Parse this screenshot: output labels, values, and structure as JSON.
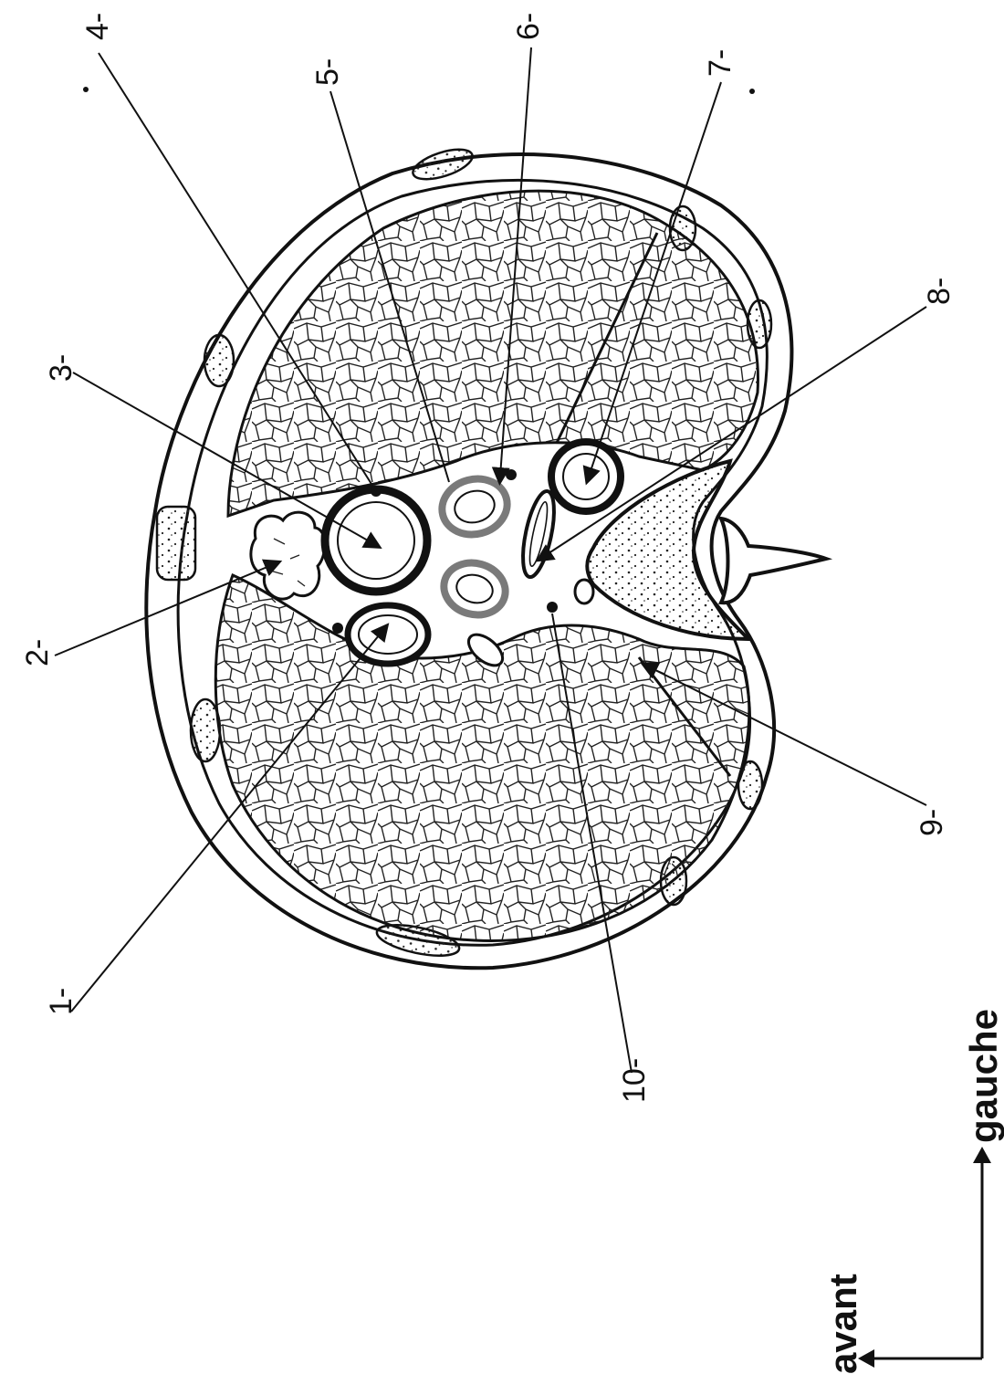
{
  "diagram": {
    "labels": [
      "1-",
      "2-",
      "3-",
      "4-",
      "5-",
      "6-",
      "7-",
      "8-",
      "9-",
      "10-"
    ],
    "orientation": {
      "front": "avant",
      "left": "gauche"
    }
  },
  "colors": {
    "ink": "#111111",
    "background": "#ffffff",
    "vessel_grey": "#7a7a7a"
  }
}
